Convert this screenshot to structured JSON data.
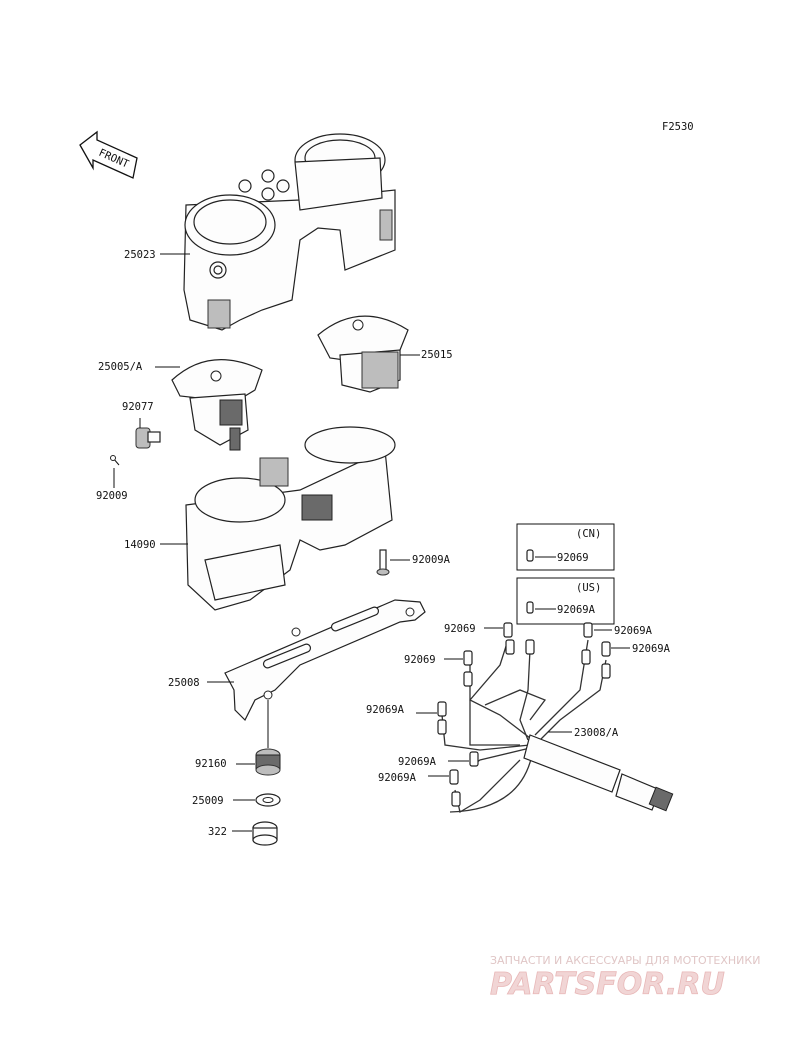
{
  "figure_code": "F2530",
  "front_arrow_text": "FRONT",
  "parts": {
    "p25023": "25023",
    "p25005a": "25005/A",
    "p25015": "25015",
    "p92077": "92077",
    "p92009": "92009",
    "p14090": "14090",
    "p92009a": "92009A",
    "p25008": "25008",
    "p92160": "92160",
    "p25009": "25009",
    "p322": "322",
    "p23008a": "23008/A",
    "p92069_a": "92069",
    "p92069_b": "92069",
    "p92069a_a": "92069A",
    "p92069a_b": "92069A",
    "p92069a_c": "92069A",
    "p92069a_d": "92069A",
    "p92069a_e": "92069A"
  },
  "variants": {
    "cn": {
      "region": "(CN)",
      "part": "92069"
    },
    "us": {
      "region": "(US)",
      "part": "92069A"
    }
  },
  "watermark": {
    "tagline": "ЗАПЧАСТИ И АКСЕССУАРЫ ДЛЯ МОТОТЕХНИКИ",
    "brand": "PARTSFOR.RU"
  }
}
